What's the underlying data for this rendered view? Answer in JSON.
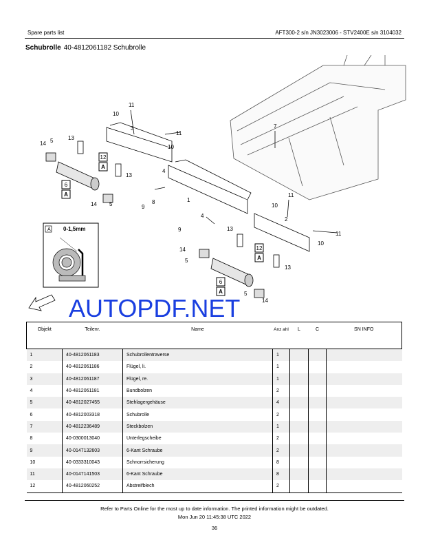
{
  "header": {
    "left": "Spare parts list",
    "right": "AFT300-2 s/n JN3023006 - STV2400E s/n 3104032"
  },
  "title": {
    "bold": "Schubrolle",
    "rest": "40-4812061182 Schubrolle"
  },
  "drawing": {
    "detail_label": "A",
    "detail_dimension": "0-1,5mm",
    "callouts": [
      "11",
      "10",
      "3",
      "11",
      "10",
      "13",
      "14",
      "5",
      "13",
      "14",
      "5",
      "4",
      "8",
      "9",
      "1",
      "7",
      "10",
      "11",
      "2",
      "4",
      "9",
      "13",
      "11",
      "10",
      "14",
      "5",
      "13",
      "5",
      "14"
    ],
    "boxed_callouts": [
      "12",
      "A",
      "6",
      "A",
      "12",
      "A",
      "6",
      "A"
    ]
  },
  "watermark": "AUTOPDF.NET",
  "table": {
    "headers": [
      "Objekt",
      "Teilenr.",
      "Name",
      "Anz ahl",
      "L",
      "C",
      "SN INFO"
    ],
    "rows": [
      [
        "1",
        "40-4812061183",
        "Schubrollentraverse",
        "1"
      ],
      [
        "2",
        "40-4812061186",
        "Flügel, li.",
        "1"
      ],
      [
        "3",
        "40-4812061187",
        "Flügel, re.",
        "1"
      ],
      [
        "4",
        "40-4812061181",
        "Bundbolzen",
        "2"
      ],
      [
        "5",
        "40-4812027455",
        "Stehlagergehäuse",
        "4"
      ],
      [
        "6",
        "40-4812003318",
        "Schubrolle",
        "2"
      ],
      [
        "7",
        "40-4812236489",
        "Steckbolzen",
        "1"
      ],
      [
        "8",
        "40-0300013040",
        "Unterlegscheibe",
        "2"
      ],
      [
        "9",
        "40-0147132603",
        "6-Kant Schraube",
        "2"
      ],
      [
        "10",
        "40-0333310043",
        "Schnorrsicherung",
        "8"
      ],
      [
        "11",
        "40-0147141503",
        "6-Kant Schraube",
        "8"
      ],
      [
        "12",
        "40-4812060252",
        "Abstreifblech",
        "2"
      ]
    ]
  },
  "footer": {
    "notice": "Refer to Parts Online for the most up to date information. The printed information might be outdated.",
    "timestamp": "Mon Jun 20 11:45:38 UTC 2022",
    "page": "36"
  }
}
